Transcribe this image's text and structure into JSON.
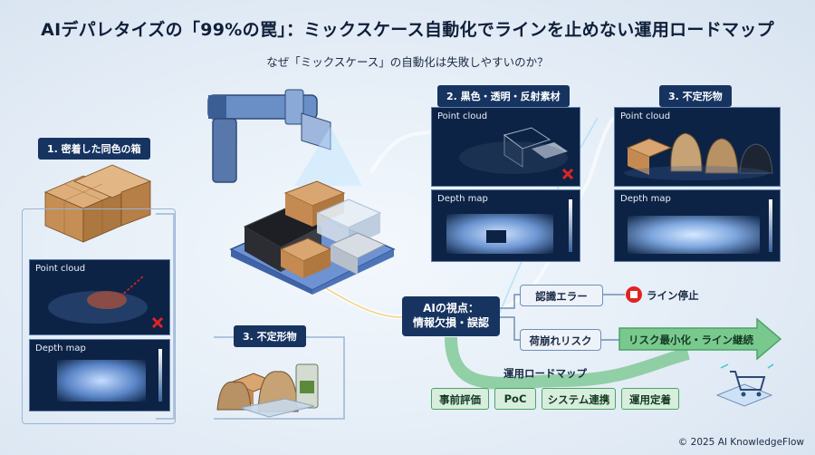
{
  "header": {
    "title": "AIデパレタイズの「99%の罠」：ミックスケース自動化でラインを止めない運用ロードマップ",
    "subtitle": "なぜ「ミックスケース」の自動化は失敗しやすいのか？"
  },
  "sections": {
    "boxes": {
      "label": "1. 密着した同色の箱",
      "point_cloud": "Point cloud",
      "depth_map": "Depth map"
    },
    "bottom_irregular": {
      "label": "3. 不定形物"
    },
    "dark": {
      "label": "2. 黒色・透明・反射素材",
      "point_cloud": "Point cloud",
      "depth_map": "Depth map"
    },
    "irregular": {
      "label": "3. 不定形物",
      "point_cloud": "Point cloud",
      "depth_map": "Depth map"
    }
  },
  "flow": {
    "ai_view": "AIの視点：\n情報欠損・誤認",
    "recognition_error": "認識エラー",
    "line_stop": "ライン停止",
    "collapse_risk": "荷崩れリスク",
    "result": "リスク最小化・ライン継続"
  },
  "roadmap": {
    "label": "運用ロードマップ",
    "steps": [
      "事前評価",
      "PoC",
      "システム連携",
      "運用定着"
    ]
  },
  "footer": {
    "copyright": "© 2025 AI KnowledgeFlow"
  },
  "colors": {
    "navy": "#173461",
    "green": "#4ba466",
    "error_red": "#e02424",
    "teal": "#3cc6c8"
  },
  "icons": [
    "robot-arm-icon",
    "pallet-icon",
    "stop-icon",
    "error-x-icon",
    "cart-icon",
    "boxes-icon",
    "sacks-icon"
  ]
}
